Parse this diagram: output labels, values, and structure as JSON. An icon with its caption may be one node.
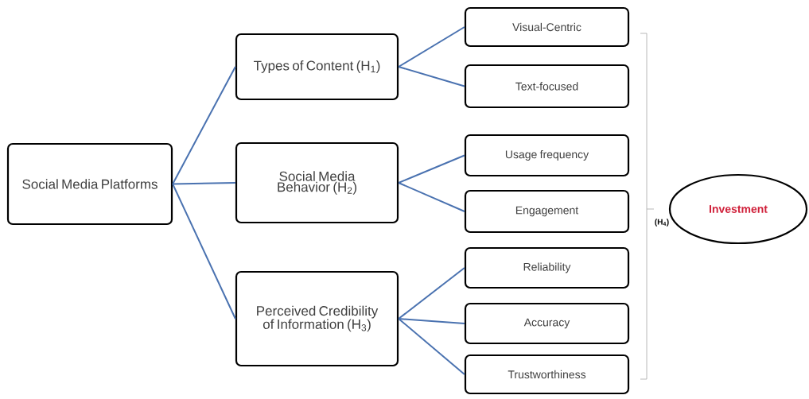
{
  "diagram": {
    "nodes": [
      {
        "text": [
          "Social Media Platforms"
        ]
      },
      {
        "text": [
          "Types of Content (H$_{1}$)"
        ]
      },
      {
        "text": [
          "Social Media Behavior (H$_{2}$)"
        ]
      },
      {
        "text": [
          "Perceived Credibility of Information (H$_{3}$)"
        ]
      },
      {
        "text": [
          "Visual-Centric"
        ]
      },
      {
        "text": [
          "Text-focused"
        ]
      },
      {
        "text": [
          "Usage frequency"
        ]
      },
      {
        "text": [
          "Engagement"
        ]
      },
      {
        "text": [
          "Reliability"
        ]
      },
      {
        "text": [
          "Accuracy"
        ]
      },
      {
        "text": [
          "Trustworthiness"
        ]
      },
      {
        "text": [
          "Investment"
        ]
      }
    ],
    "edges": [
      {
        "from": 0,
        "to": 1,
        "arrow": "none"
      },
      {
        "from": 0,
        "to": 2,
        "arrow": "none"
      },
      {
        "from": 0,
        "to": 3,
        "arrow": "none"
      },
      {
        "from": 1,
        "to": 4,
        "arrow": "none"
      },
      {
        "from": 1,
        "to": 5,
        "arrow": "none"
      },
      {
        "from": 2,
        "to": 6,
        "arrow": "none"
      },
      {
        "from": 2,
        "to": 7,
        "arrow": "none"
      },
      {
        "from": 3,
        "to": 8,
        "arrow": "none"
      },
      {
        "from": 3,
        "to": 9,
        "arrow": "none"
      },
      {
        "from": 3,
        "to": 10,
        "arrow": "none"
      }
    ],
    "labels": [
      "(H$_{4}$)"
    ]
  }
}
